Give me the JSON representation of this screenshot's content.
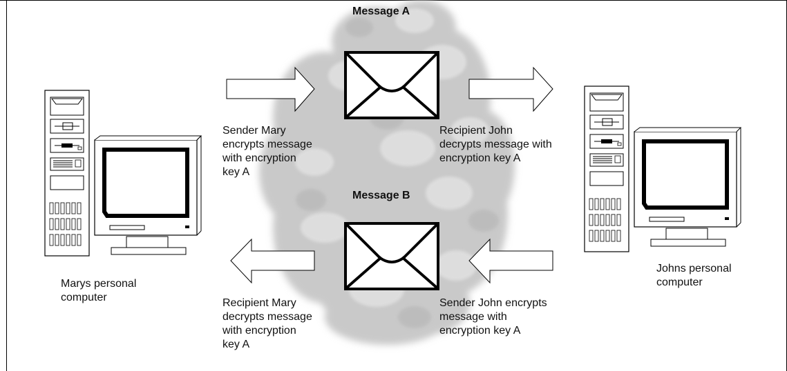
{
  "diagram": {
    "message_a_title": "Message A",
    "message_b_title": "Message B",
    "sender_mary": "Sender Mary\nencrypts message\nwith encryption\nkey A",
    "recipient_john": "Recipient John\ndecrypts message with\nencryption key A",
    "recipient_mary": "Recipient Mary\ndecrypts message\nwith encryption\nkey A",
    "sender_john": "Sender John encrypts\nmessage with\nencryption key A",
    "mary_computer_label": "Marys personal\ncomputer",
    "john_computer_label": "Johns personal\ncomputer"
  },
  "icons": {
    "cloud": "cloud-icon",
    "envelope": "envelope-icon",
    "computer": "personal-computer-icon",
    "arrow": "block-arrow-icon"
  },
  "colors": {
    "cloud_fill": "#d6d6d6",
    "outline": "#000000",
    "background": "#ffffff"
  }
}
